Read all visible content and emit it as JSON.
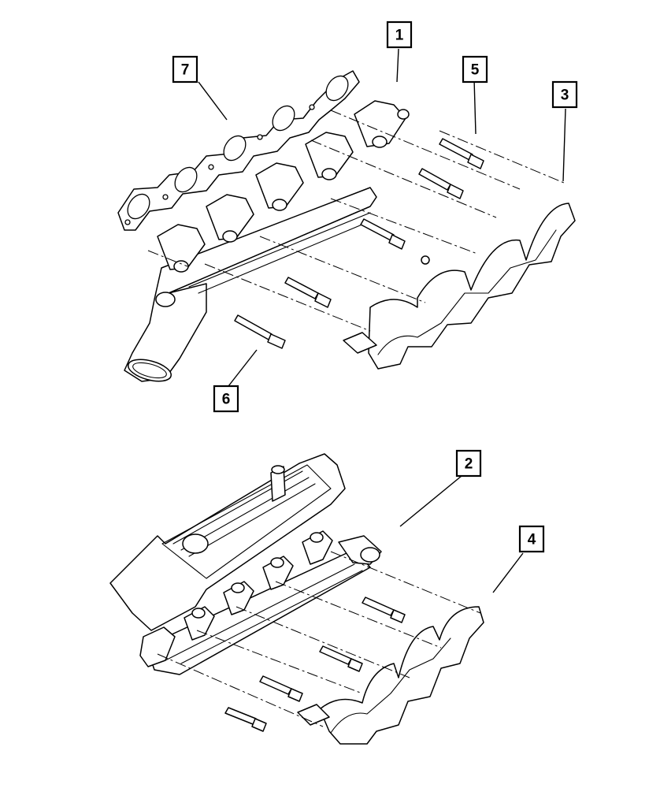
{
  "diagram": {
    "callouts": [
      {
        "id": "1",
        "label": "1"
      },
      {
        "id": "2",
        "label": "2"
      },
      {
        "id": "3",
        "label": "3"
      },
      {
        "id": "4",
        "label": "4"
      },
      {
        "id": "5",
        "label": "5"
      },
      {
        "id": "6",
        "label": "6"
      },
      {
        "id": "7",
        "label": "7"
      }
    ],
    "parts": [
      {
        "callout": "1",
        "icon": "exhaust-manifold-left-icon"
      },
      {
        "callout": "2",
        "icon": "exhaust-manifold-right-icon"
      },
      {
        "callout": "3",
        "icon": "heat-shield-left-icon"
      },
      {
        "callout": "4",
        "icon": "heat-shield-right-icon"
      },
      {
        "callout": "5",
        "icon": "stud-icon"
      },
      {
        "callout": "6",
        "icon": "bolt-icon"
      },
      {
        "callout": "7",
        "icon": "manifold-gasket-icon"
      }
    ],
    "colors": {
      "ink": "#000000",
      "paper": "#ffffff"
    }
  }
}
